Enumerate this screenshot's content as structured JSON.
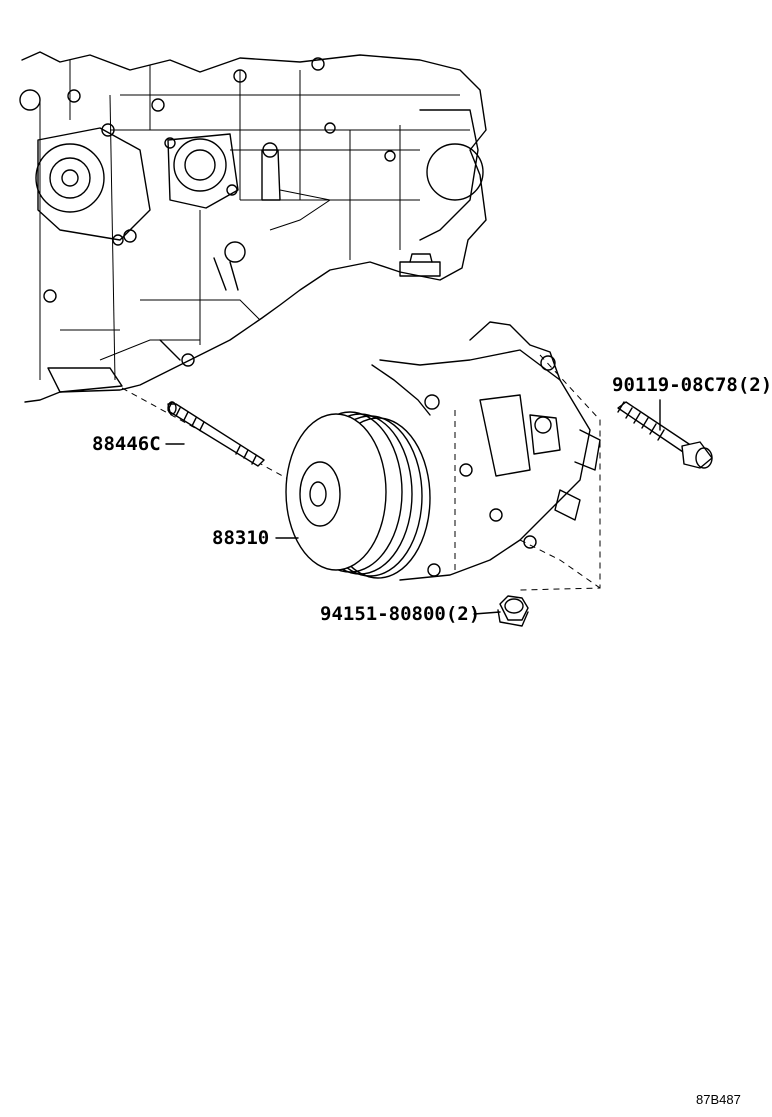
{
  "labels": {
    "stud": "88446C",
    "compressor": "88310",
    "bolt": "90119-08C78(2)",
    "nut": "94151-80800(2)"
  },
  "figure_code": "87B487",
  "icons": [
    "engine-block",
    "ac-compressor",
    "stud-bolt",
    "flange-bolt",
    "flange-nut"
  ]
}
